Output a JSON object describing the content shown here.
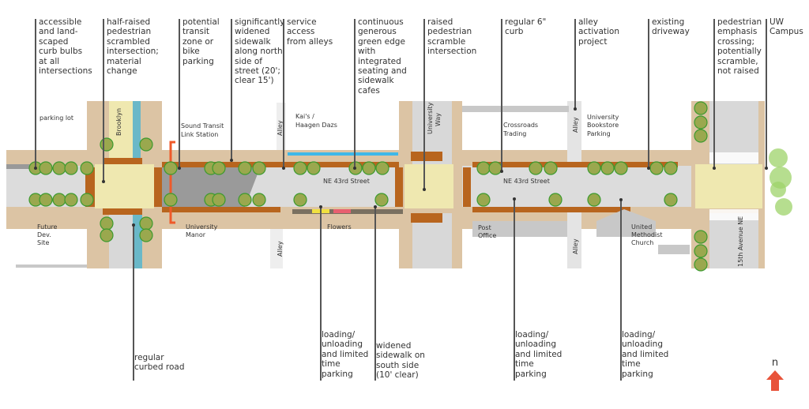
{
  "top_notes": [
    "accessible and land-scaped curb bulbs at all intersections",
    "half-raised pedestrian scrambled intersection; material change",
    "potential transit zone or bike parking",
    "significantly widened sidewalk along north side of street (20'; clear 15')",
    "service access from alleys",
    "continuous generous green edge with integrated seating and sidewalk cafes",
    "raised pedestrian scramble intersection",
    "regular 6\" curb",
    "alley activation project",
    "existing driveway",
    "pedestrian emphasis crossing; potentially scramble, not raised",
    "UW Campus"
  ],
  "bottom_notes": [
    "regular curbed road",
    "loading/ unloading and limited time parking",
    "widened sidewalk on south side (10' clear)",
    "loading/ unloading and limited time parking",
    "loading/ unloading and limited time parking"
  ],
  "map_labels": {
    "parking_lot": "parking lot",
    "brooklyn": "Brooklyn",
    "sound_transit": "Sound Transit",
    "link_station": "Link Station",
    "alley": "Alley",
    "kais": "Kai's /",
    "haagen": "Haagen Dazs",
    "street": "NE 43rd Street",
    "future1": "Future",
    "future2": "Dev.",
    "future3": "Site",
    "univ_manor1": "University",
    "univ_manor2": "Manor",
    "flowers": "Flowers",
    "university_way1": "University",
    "university_way2": "Way",
    "crossroads1": "Crossroads",
    "crossroads2": "Trading",
    "bookstore1": "University",
    "bookstore2": "Bookstore",
    "bookstore3": "Parking",
    "post1": "Post",
    "post2": "Office",
    "church1": "United",
    "church2": "Methodist",
    "church3": "Church",
    "fifteenth": "15th Avenue NE"
  },
  "north_arrow": {
    "label": "n",
    "color": "#e8533a"
  },
  "colors": {
    "sidewalk": "#dcc4a4",
    "roadway": "#dcdcdc",
    "plaza": "#efe8b0",
    "planter": "#b8651e",
    "tree": "#9aa84e",
    "tree_edge": "#3c9a2e",
    "transit_bracket": "#ef5a2a",
    "water": "#3fb8e8"
  }
}
